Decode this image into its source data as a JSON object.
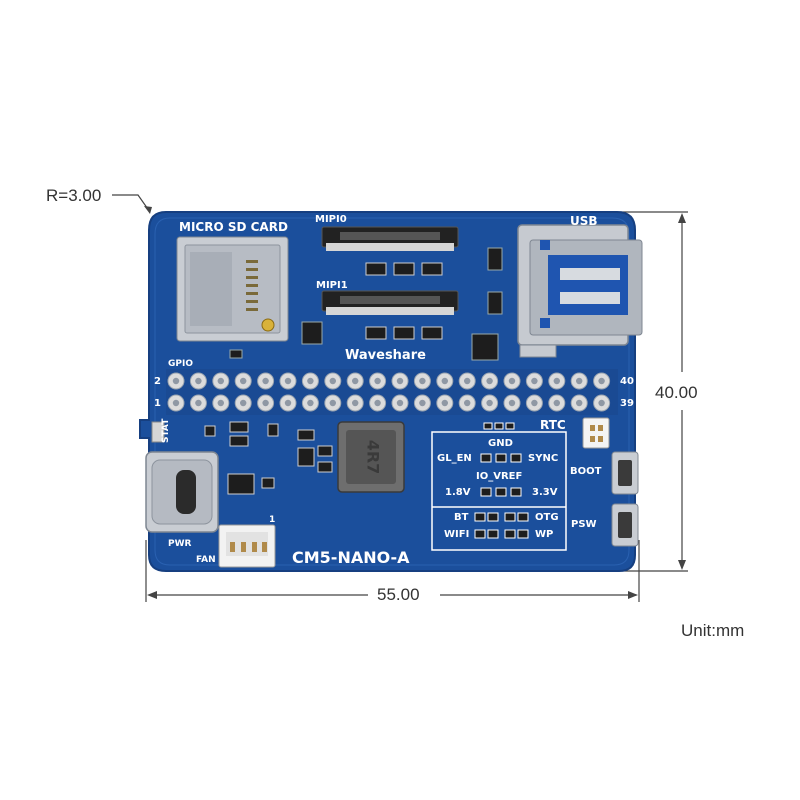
{
  "dimensions": {
    "corner_radius": "R=3.00",
    "width": "55.00",
    "height": "40.00",
    "unit": "Unit:mm"
  },
  "board": {
    "name": "CM5-NANO-A",
    "brand": "Waveshare",
    "labels": {
      "micro_sd": "MICRO SD CARD",
      "mipi0": "MIPI0",
      "mipi1": "MIPI1",
      "usb": "USB",
      "gpio": "GPIO",
      "gpio_pin_2": "2",
      "gpio_pin_1": "1",
      "gpio_pin_40": "40",
      "gpio_pin_39": "39",
      "rtc": "RTC",
      "stat": "STAT",
      "gnd": "GND",
      "gl_en": "GL_EN",
      "sync": "SYNC",
      "io_vref": "IO_VREF",
      "v18": "1.8V",
      "v33": "3.3V",
      "bt": "BT",
      "otg": "OTG",
      "wifi": "WIFI",
      "wp": "WP",
      "boot": "BOOT",
      "psw": "PSW",
      "pwr": "PWR",
      "fan": "FAN",
      "fan_pin_1": "1",
      "inductor": "4R7"
    },
    "colors": {
      "pcb": "#1b4f9c",
      "pcb_edge": "#163f80",
      "silkscreen": "#ffffff",
      "pad": "#dcdcdc",
      "metal": "#c9cdd3"
    }
  }
}
